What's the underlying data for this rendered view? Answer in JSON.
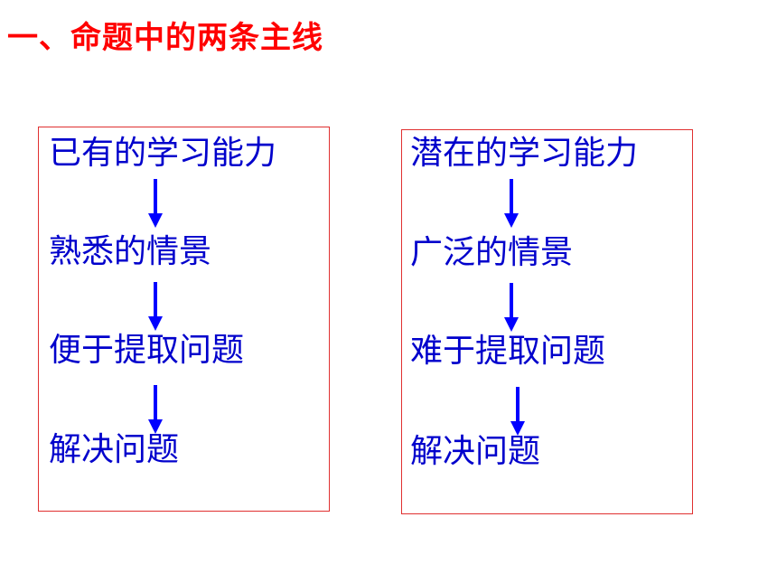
{
  "title": "一、命题中的两条主线",
  "left_column": {
    "steps": [
      "已有的学习能力",
      "熟悉的情景",
      "便于提取问题",
      "解决问题"
    ]
  },
  "right_column": {
    "steps": [
      "潜在的学习能力",
      "广泛的情景",
      "难于提取问题",
      "解决问题"
    ]
  },
  "colors": {
    "title": "#ff0000",
    "text": "#0000cc",
    "arrow": "#0000ff",
    "box_border": "#e03030"
  }
}
